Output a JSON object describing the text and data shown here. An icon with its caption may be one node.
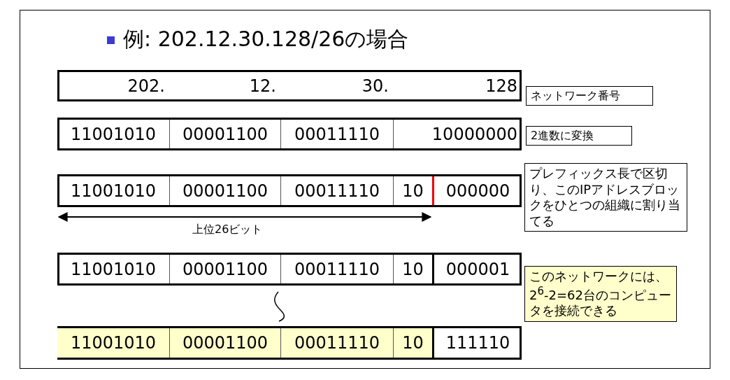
{
  "diagram": {
    "title": "例: 202.12.30.128/26の場合",
    "nodes": [
      {
        "text": [
          "ネットワーク番号"
        ]
      },
      {
        "text": [
          "2進数に変換"
        ]
      },
      {
        "text": [
          "プレフィックス長で区切り、このIPアドレスブロックをひとつの組織に割り当てる"
        ]
      },
      {
        "text": [
          "このネットワークには、2$^{6}$-2=62台のコンピュータを接続できる"
        ]
      }
    ],
    "labels": [
      "202.",
      "12.",
      "30.",
      "128",
      "11001010",
      "00001100",
      "00011110",
      "10000000",
      "11001010",
      "00001100",
      "00011110",
      "10",
      "000000",
      "上位26ビット",
      "11001010",
      "00001100",
      "00011110",
      "10",
      "000001",
      "11001010",
      "00001100",
      "00011110",
      "10",
      "111110"
    ]
  }
}
